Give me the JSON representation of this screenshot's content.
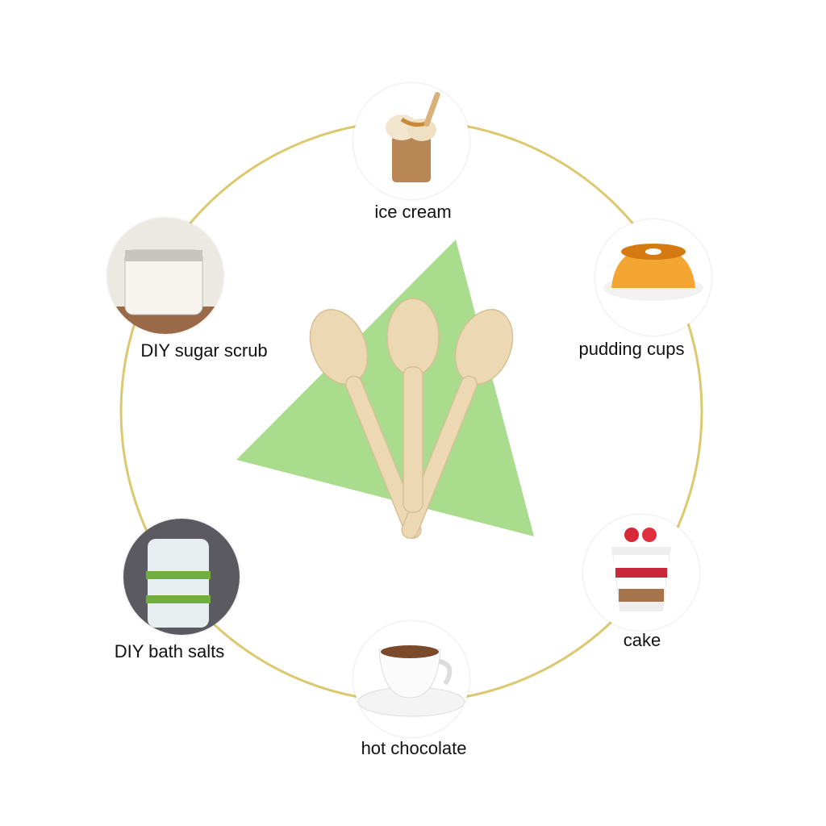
{
  "colors": {
    "ring": "#dcc86e",
    "triangle": "#a9dc8c",
    "wood": "#ecd9b4"
  },
  "items": [
    {
      "label": "ice cream",
      "icon": "ice-cream-cup"
    },
    {
      "label": "pudding cups",
      "icon": "pudding"
    },
    {
      "label": "cake",
      "icon": "parfait-cake"
    },
    {
      "label": "hot chocolate",
      "icon": "coffee-cup"
    },
    {
      "label": "DIY bath salts",
      "icon": "jar-bath-salts"
    },
    {
      "label": "DIY sugar scrub",
      "icon": "jar-sugar-scrub"
    }
  ]
}
